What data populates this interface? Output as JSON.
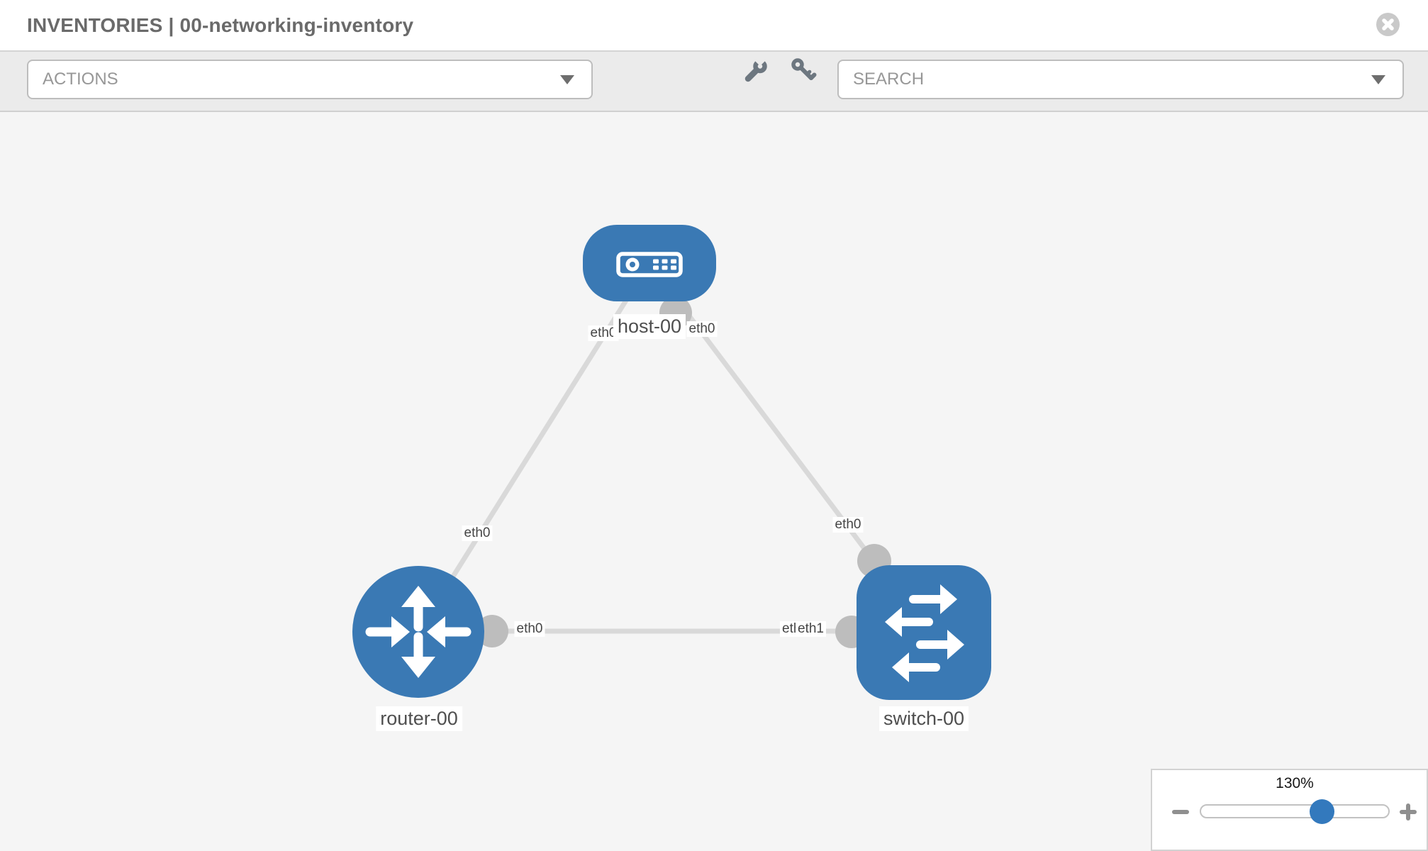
{
  "header": {
    "title": "INVENTORIES | 00-networking-inventory"
  },
  "toolbar": {
    "actions_label": "ACTIONS",
    "search_placeholder": "SEARCH",
    "icons": [
      "wrench-icon",
      "key-icon"
    ]
  },
  "topology": {
    "nodes": [
      {
        "id": "host-00",
        "type": "host",
        "label": "host-00"
      },
      {
        "id": "router-00",
        "type": "router",
        "label": "router-00"
      },
      {
        "id": "switch-00",
        "type": "switch",
        "label": "switch-00"
      }
    ],
    "links": [
      {
        "from": "host-00",
        "to": "router-00"
      },
      {
        "from": "host-00",
        "to": "switch-00"
      },
      {
        "from": "router-00",
        "to": "switch-00"
      }
    ],
    "interfaces": [
      {
        "text": "eth0",
        "location": "host-00 left"
      },
      {
        "text": "eth0",
        "location": "host-00 right"
      },
      {
        "text": "eth0",
        "location": "router-00 uplink"
      },
      {
        "text": "eth0",
        "location": "router-00 right"
      },
      {
        "text": "eth0",
        "location": "switch-00 left, partially covered"
      },
      {
        "text": "eth1",
        "location": "switch-00 left"
      },
      {
        "text": "eth0",
        "location": "switch-00 top"
      }
    ]
  },
  "zoom_control": {
    "level": "130%"
  },
  "colors": {
    "node_blue": "#3a79b4",
    "link_gray": "#d9d9d9",
    "port_gray": "#bdbdbd",
    "slider_thumb_blue": "#3379bd",
    "toolbar_bg": "#ebebeb",
    "canvas_bg": "#f5f5f5"
  }
}
